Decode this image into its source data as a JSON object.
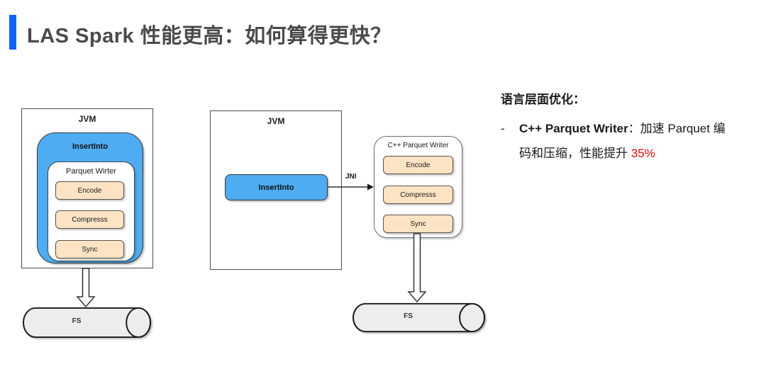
{
  "header": {
    "title": "LAS Spark 性能更高：如何算得更快？"
  },
  "diagram_left": {
    "jvm_label": "JVM",
    "insertinto_label": "InsertInto",
    "writer_label": "Parquet Wirter",
    "steps": [
      "Encode",
      "Compresss",
      "Sync"
    ],
    "storage_label": "FS"
  },
  "diagram_right": {
    "jvm_label": "JVM",
    "insertinto_label": "InsertInto",
    "jni_label": "JNI",
    "writer_label": "C++ Parquet Writer",
    "steps": [
      "Encode",
      "Compresss",
      "Sync"
    ],
    "storage_label": "FS"
  },
  "notes": {
    "heading": "语言层面优化：",
    "bullet": {
      "dash": "-",
      "line1_bold": "C++ Parquet Writer",
      "line1_rest": "：加速 Parquet 编",
      "line2": "码和压缩，性能提升 ",
      "highlight": "35%"
    }
  },
  "colors": {
    "accent_blue": "#0f62fe",
    "title_gray": "#4a4a4a",
    "box_blue": "#4dacf2",
    "step_peach": "#fbe3c4",
    "cylinder_gray": "#ededed",
    "highlight_red": "#ff0000"
  }
}
